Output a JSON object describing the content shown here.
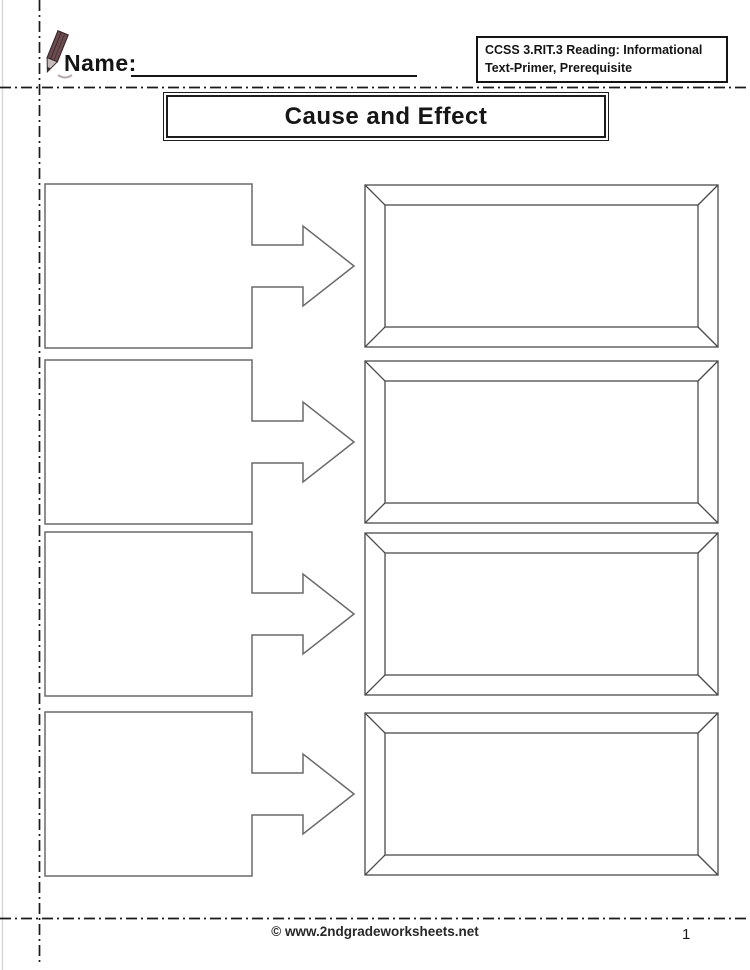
{
  "page": {
    "header": {
      "name_label": "Name:",
      "standards_box": {
        "line1": "CCSS 3.RIT.3 Reading: Informational",
        "line2": "Text-Primer, Prerequisite"
      },
      "title": "Cause and Effect"
    },
    "organizer": {
      "rows": [
        {
          "cause": "",
          "effect": ""
        },
        {
          "cause": "",
          "effect": ""
        },
        {
          "cause": "",
          "effect": ""
        },
        {
          "cause": "",
          "effect": ""
        }
      ],
      "row_count": 4
    },
    "footer": {
      "copyright": "© www.2ndgradeworksheets.net",
      "page_number": "1"
    },
    "icons": {
      "pencil": "pencil-icon",
      "arrow": "cause-to-effect-arrow"
    },
    "colors": {
      "box_outline_gray": "#6a6a6a",
      "frame_outline_gray": "#4a4a4a",
      "guide_line_black": "#1a1a1a",
      "faint_edge_gray": "#d8d8d8",
      "ink_black": "#141414",
      "pencil_body_maroon": "#6d4c4f",
      "pencil_tip_gray": "#c7bcbc"
    }
  }
}
